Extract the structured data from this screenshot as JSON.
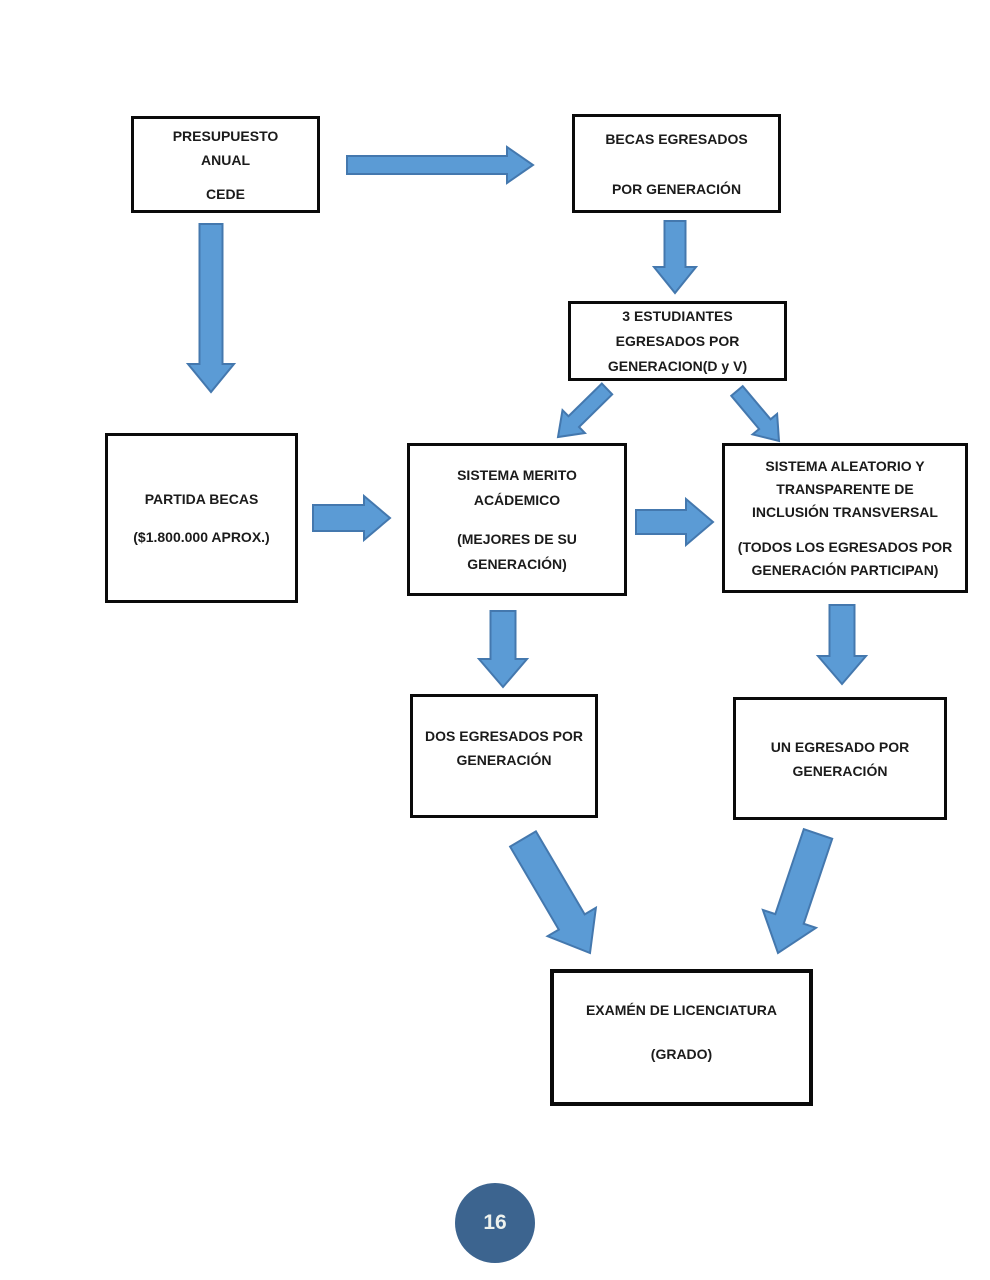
{
  "page": {
    "number": "16"
  },
  "colors": {
    "arrow_fill": "#5b9bd5",
    "arrow_stroke": "#4478ae",
    "box_border": "#0a0a0a",
    "text": "#1b1b1b",
    "page_badge": "#3c648f",
    "page_badge_text": "#eef2ee",
    "page_background": "#ffffff"
  },
  "diagram": {
    "title": "",
    "nodes": [
      {
        "id": "presupuesto",
        "label": "PRESUPUESTO ANUAL CEDE",
        "lines": [
          "PRESUPUESTO",
          "ANUAL",
          "",
          "CEDE"
        ]
      },
      {
        "id": "becas",
        "label": "BECAS EGRESADOS POR GENERACIÓN",
        "lines": [
          "BECAS EGRESADOS",
          "",
          "POR GENERACIÓN"
        ]
      },
      {
        "id": "estudiantes",
        "label": "3 ESTUDIANTES EGRESADOS POR GENERACION(D y V)",
        "lines": [
          "3 ESTUDIANTES",
          "EGRESADOS POR",
          "GENERACION(D y V)"
        ]
      },
      {
        "id": "partida",
        "label": "PARTIDA BECAS ($1.800.000 APROX.)",
        "lines": [
          "PARTIDA BECAS",
          "",
          "($1.800.000 APROX.)"
        ]
      },
      {
        "id": "merito",
        "label": "SISTEMA MERITO ACÁDEMICO (MEJORES DE SU GENERACIÓN)",
        "lines": [
          "SISTEMA MERITO",
          "ACÁDEMICO",
          "",
          "(MEJORES DE SU",
          "GENERACIÓN)"
        ]
      },
      {
        "id": "aleatorio",
        "label": "SISTEMA ALEATORIO Y TRANSPARENTE DE INCLUSIÓN TRANSVERSAL (TODOS LOS EGRESADOS POR GENERACIÓN PARTICIPAN)",
        "lines": [
          "SISTEMA ALEATORIO Y",
          "TRANSPARENTE DE",
          "INCLUSIÓN TRANSVERSAL",
          "",
          "(TODOS LOS EGRESADOS POR",
          "GENERACIÓN PARTICIPAN)"
        ]
      },
      {
        "id": "dos",
        "label": "DOS EGRESADOS POR GENERACIÓN",
        "lines": [
          "DOS EGRESADOS POR",
          "GENERACIÓN"
        ]
      },
      {
        "id": "un",
        "label": "UN EGRESADO POR GENERACIÓN",
        "lines": [
          "UN EGRESADO POR",
          "GENERACIÓN"
        ]
      },
      {
        "id": "examen",
        "label": "EXAMÉN DE LICENCIATURA (GRADO)",
        "lines": [
          "EXAMÉN DE LICENCIATURA",
          "",
          "(GRADO)"
        ]
      }
    ],
    "edges": [
      {
        "from": "presupuesto",
        "to": "becas"
      },
      {
        "from": "presupuesto",
        "to": "partida"
      },
      {
        "from": "becas",
        "to": "estudiantes"
      },
      {
        "from": "estudiantes",
        "to": "merito"
      },
      {
        "from": "estudiantes",
        "to": "aleatorio"
      },
      {
        "from": "partida",
        "to": "merito"
      },
      {
        "from": "merito",
        "to": "aleatorio"
      },
      {
        "from": "merito",
        "to": "dos"
      },
      {
        "from": "aleatorio",
        "to": "un"
      },
      {
        "from": "dos",
        "to": "examen"
      },
      {
        "from": "un",
        "to": "examen"
      }
    ]
  }
}
